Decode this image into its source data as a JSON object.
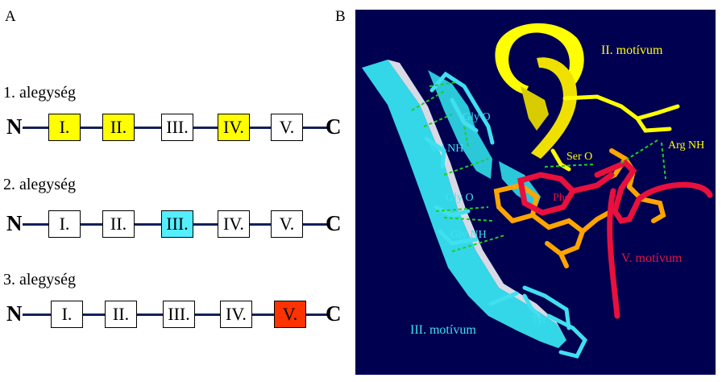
{
  "panel_a": {
    "label": "A",
    "n_terminus": "N",
    "c_terminus": "C",
    "subunits": [
      {
        "label": "1. alegység",
        "boxes": [
          {
            "text": "I.",
            "color": "#ffff00"
          },
          {
            "text": "II.",
            "color": "#ffff00"
          },
          {
            "text": "III.",
            "color": "#ffffff"
          },
          {
            "text": "IV.",
            "color": "#ffff00"
          },
          {
            "text": "V.",
            "color": "#ffffff"
          }
        ]
      },
      {
        "label": "2. alegység",
        "boxes": [
          {
            "text": "I.",
            "color": "#ffffff"
          },
          {
            "text": "II.",
            "color": "#ffffff"
          },
          {
            "text": "III.",
            "color": "#55eeff"
          },
          {
            "text": "IV.",
            "color": "#ffffff"
          },
          {
            "text": "V.",
            "color": "#ffffff"
          }
        ]
      },
      {
        "label": "3. alegység",
        "boxes": [
          {
            "text": "I.",
            "color": "#ffffff"
          },
          {
            "text": "II.",
            "color": "#ffffff"
          },
          {
            "text": "III.",
            "color": "#ffffff"
          },
          {
            "text": "IV.",
            "color": "#ffffff"
          },
          {
            "text": "V.",
            "color": "#ff3300"
          }
        ]
      }
    ]
  },
  "panel_b": {
    "label": "B",
    "background": "#000050",
    "labels": {
      "motif2": "II. motívum",
      "motif3": "III. motívum",
      "motif5": "V. motívum",
      "phe": "Phe",
      "tyr": "Tyr",
      "gly_o_1": "Gly  O",
      "val_nh": "Val  NH",
      "ser_o": "Ser  O",
      "arg_nh": "Arg NH",
      "gly_o_2": "Gly  O",
      "gly_nh": "Gly  NH"
    },
    "colors": {
      "cyan": "#40e0f0",
      "yellow": "#ffff00",
      "red": "#e8103c",
      "orange": "#ffa500",
      "hbond": "#22cc22"
    }
  }
}
